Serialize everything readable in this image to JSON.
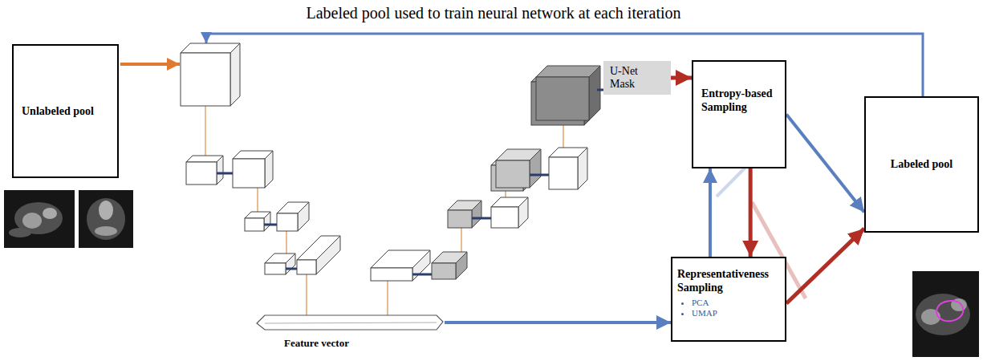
{
  "diagram": {
    "title": "Labeled pool used to train neural network at each iteration",
    "nodes": [
      {
        "text": [
          "Unlabeled pool"
        ]
      },
      {
        "text": [
          "U-Net Mask"
        ]
      },
      {
        "text": [
          "Entropy-based Sampling"
        ]
      },
      {
        "text": [
          "Representativeness Sampling",
          "PCA",
          "UMAP"
        ]
      },
      {
        "text": [
          "Labeled pool"
        ]
      },
      {
        "text": [
          "Feature vector"
        ]
      }
    ],
    "edges": [
      {
        "from": 1,
        "to": 2,
        "arrow": "to"
      },
      {
        "from": 5,
        "to": 3,
        "arrow": "to"
      },
      {
        "from": 2,
        "to": 3,
        "arrow": "to"
      },
      {
        "from": 3,
        "to": 2,
        "arrow": "to"
      },
      {
        "from": 2,
        "to": 4,
        "arrow": "to"
      },
      {
        "from": 3,
        "to": 4,
        "arrow": "to"
      }
    ]
  }
}
